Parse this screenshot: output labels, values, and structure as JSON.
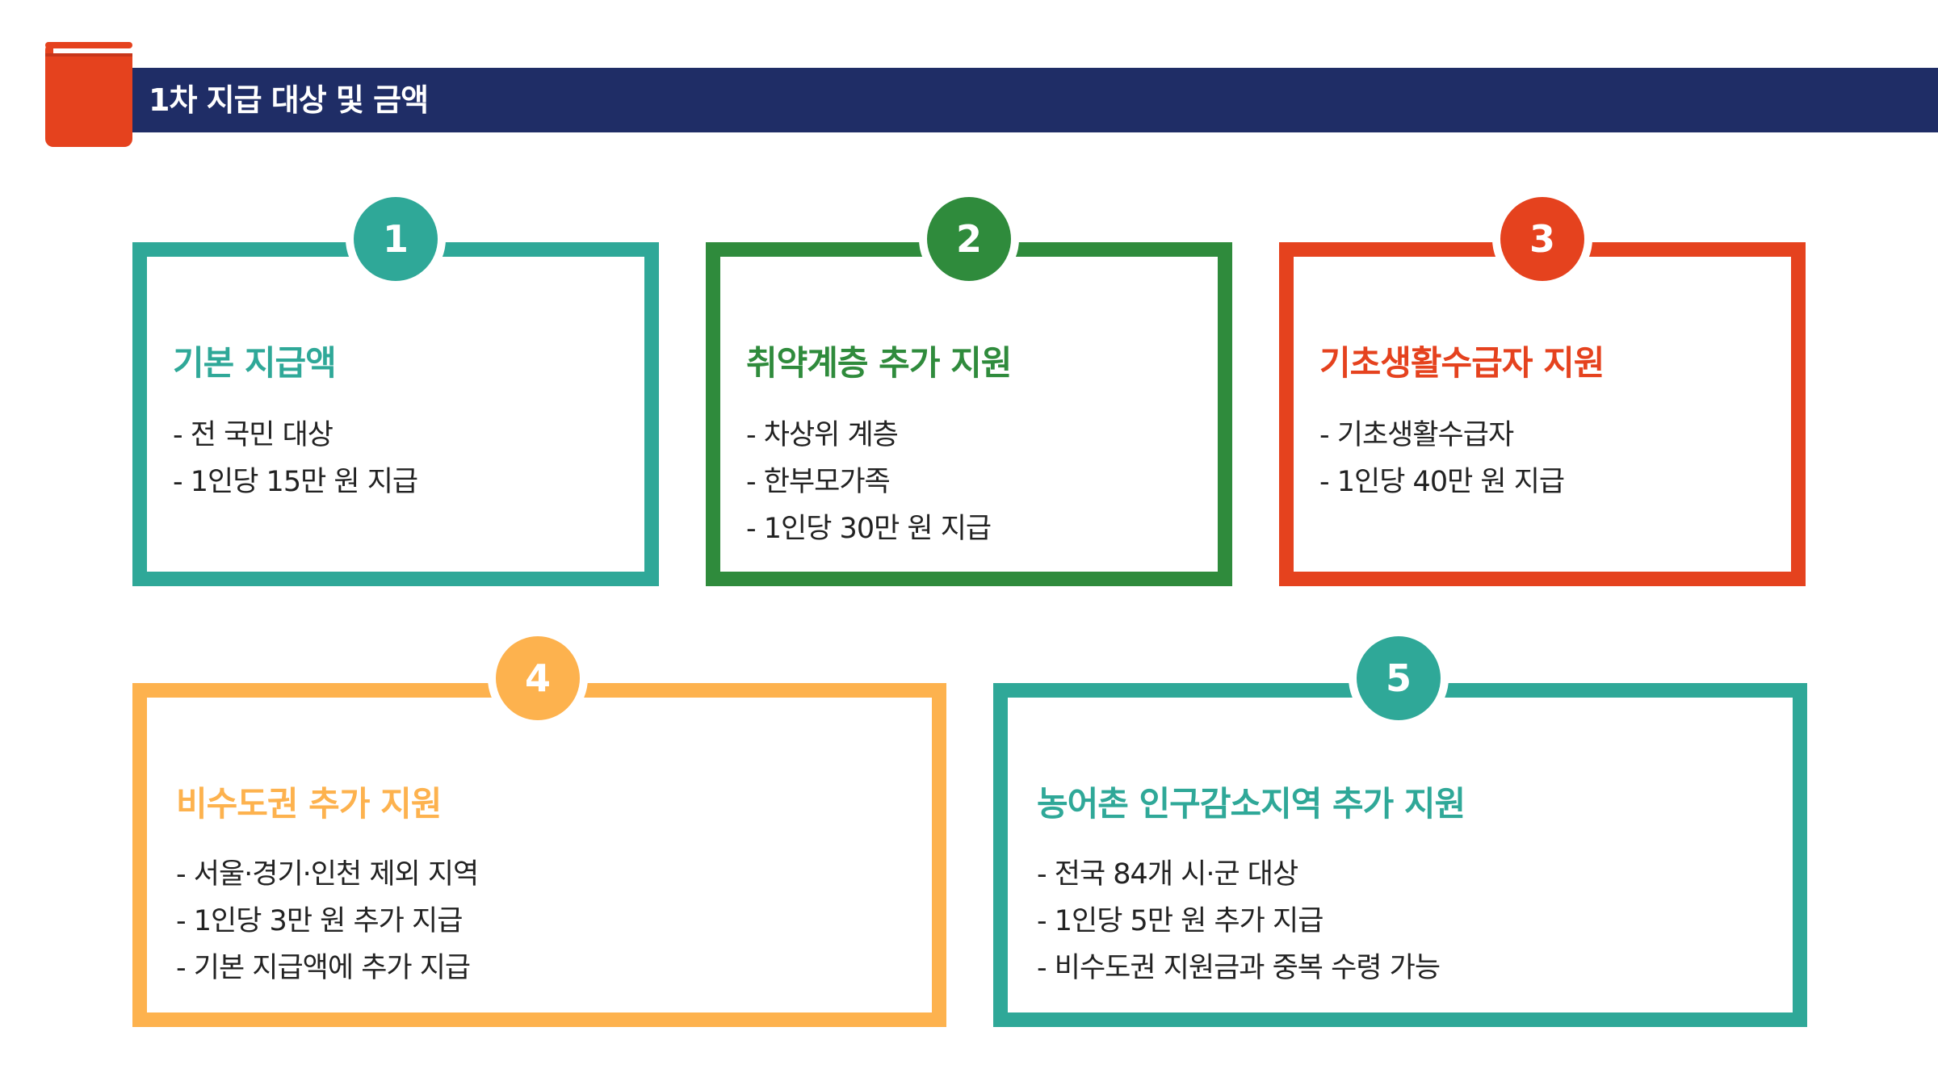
{
  "header": {
    "title": "1차 지급 대상 및 금액",
    "icon": "book-icon",
    "bar_color": "#1f2d66",
    "icon_color": "#e5421e"
  },
  "cards": [
    {
      "number": "1",
      "color": "#2fa898",
      "title": "기본 지급액",
      "lines": [
        "- 전 국민 대상",
        "- 1인당 15만 원 지급"
      ]
    },
    {
      "number": "2",
      "color": "#2f8b3c",
      "title": "취약계층 추가 지원",
      "lines": [
        "- 차상위 계층",
        "- 한부모가족",
        "- 1인당 30만 원 지급"
      ]
    },
    {
      "number": "3",
      "color": "#e5421e",
      "title": "기초생활수급자 지원",
      "lines": [
        "- 기초생활수급자",
        "- 1인당 40만 원 지급"
      ]
    },
    {
      "number": "4",
      "color": "#fdb24e",
      "title": "비수도권 추가 지원",
      "lines": [
        "- 서울·경기·인천 제외 지역",
        "- 1인당 3만 원 추가 지급",
        "- 기본 지급액에 추가 지급"
      ]
    },
    {
      "number": "5",
      "color": "#2fa898",
      "title": "농어촌 인구감소지역 추가 지원",
      "lines": [
        "- 전국 84개 시·군 대상",
        "- 1인당 5만 원 추가 지급",
        "- 비수도권 지원금과 중복 수령 가능"
      ]
    }
  ]
}
